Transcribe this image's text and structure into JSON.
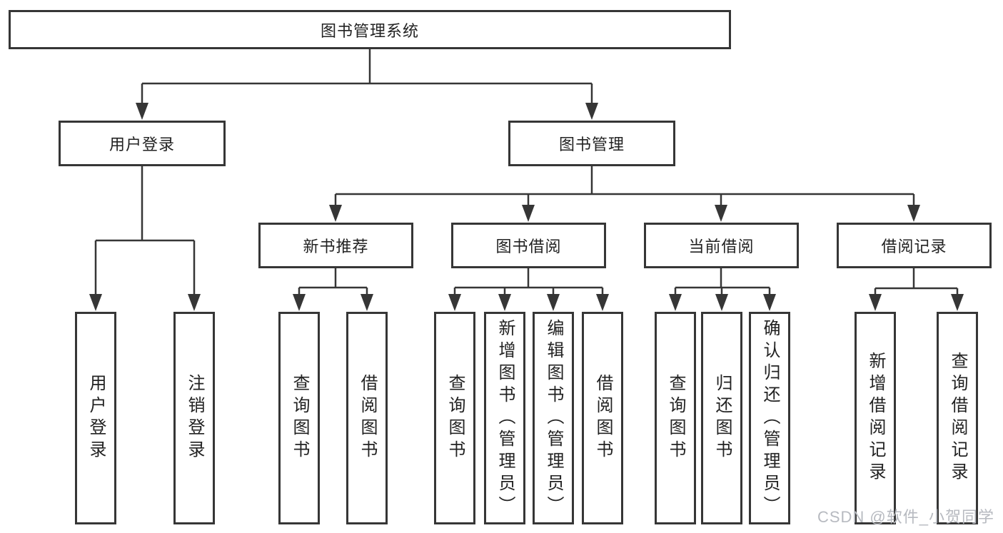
{
  "tree": {
    "root": {
      "label": "图书管理系统"
    },
    "branches": [
      {
        "label": "用户登录",
        "children": [
          {
            "label": "用户登录"
          },
          {
            "label": "注销登录"
          }
        ]
      },
      {
        "label": "图书管理",
        "children": [
          {
            "label": "新书推荐",
            "children": [
              {
                "label": "查询图书"
              },
              {
                "label": "借阅图书"
              }
            ]
          },
          {
            "label": "图书借阅",
            "children": [
              {
                "label": "查询图书"
              },
              {
                "label": "新增图书（管理员）"
              },
              {
                "label": "编辑图书（管理员）"
              },
              {
                "label": "借阅图书"
              }
            ]
          },
          {
            "label": "当前借阅",
            "children": [
              {
                "label": "查询图书"
              },
              {
                "label": "归还图书"
              },
              {
                "label": "确认归还（管理员）"
              }
            ]
          },
          {
            "label": "借阅记录",
            "children": [
              {
                "label": "新增借阅记录"
              },
              {
                "label": "查询借阅记录"
              }
            ]
          }
        ]
      }
    ]
  },
  "watermark": {
    "text": "CSDN @软件_小贺同学"
  },
  "colors": {
    "line": "#363636",
    "box_border": "#363636",
    "text": "#222222",
    "background": "#ffffff",
    "watermark": "#b7bac0"
  }
}
